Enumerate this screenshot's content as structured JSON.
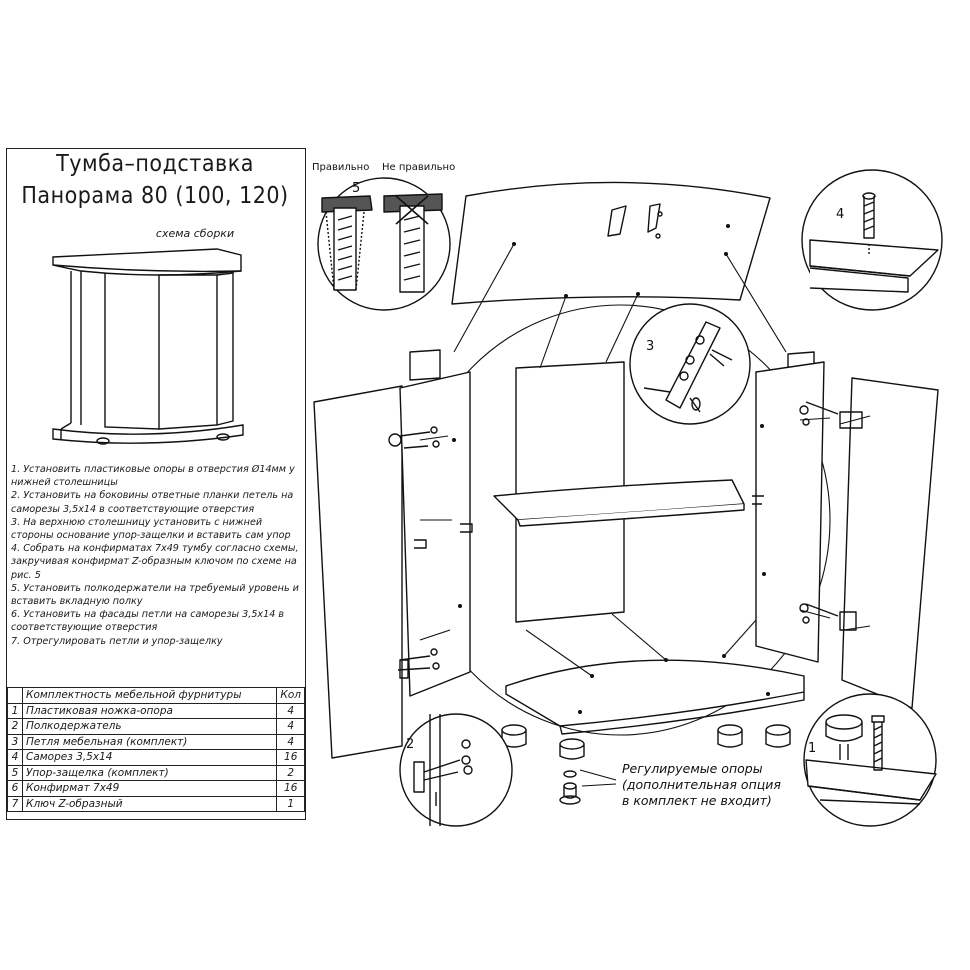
{
  "title_line1": "Тумба–подставка",
  "title_line2": "Панорама 80 (100, 120)",
  "subtitle": "схема сборки",
  "steps": [
    "1. Установить пластиковые опоры в отверстия Ø14мм у нижней столешницы",
    "2. Установить на боковины ответные планки петель на саморезы 3,5х14 в соответствующие отверстия",
    "3. На верхнюю столешницу установить с нижней стороны основание упор-защелки и вставить сам упор",
    "4. Собрать на конфирматах 7х49 тумбу согласно схемы, закручивая конфирмат Z-образным ключом по схеме на рис. 5",
    "5. Установить полкодержатели на требуемый уровень и вставить вкладную полку",
    "6. Установить на фасады петли на саморезы 3,5х14 в соответствующие отверстия",
    "7. Отрегулировать петли и упор-защелку"
  ],
  "parts_table": {
    "header_name": "Комплектность мебельной фурнитуры",
    "header_qty": "Кол",
    "rows": [
      {
        "n": "1",
        "name": "Пластиковая ножка-опора",
        "qty": "4"
      },
      {
        "n": "2",
        "name": "Полкодержатель",
        "qty": "4"
      },
      {
        "n": "3",
        "name": "Петля мебельная (комплект)",
        "qty": "4"
      },
      {
        "n": "4",
        "name": "Саморез 3,5х14",
        "qty": "16"
      },
      {
        "n": "5",
        "name": "Упор-защелка (комплект)",
        "qty": "2"
      },
      {
        "n": "6",
        "name": "Конфирмат 7х49",
        "qty": "16"
      },
      {
        "n": "7",
        "name": "Ключ Z-образный",
        "qty": "1"
      }
    ]
  },
  "detail_labels": {
    "correct": "Правильно",
    "incorrect": "Не правильно",
    "d1": "1",
    "d2": "2",
    "d3": "3",
    "d4": "4",
    "d5": "5"
  },
  "adjustable_note": [
    "Регулируемые опоры",
    "(дополнительная опция",
    "в комплект не входит)"
  ]
}
